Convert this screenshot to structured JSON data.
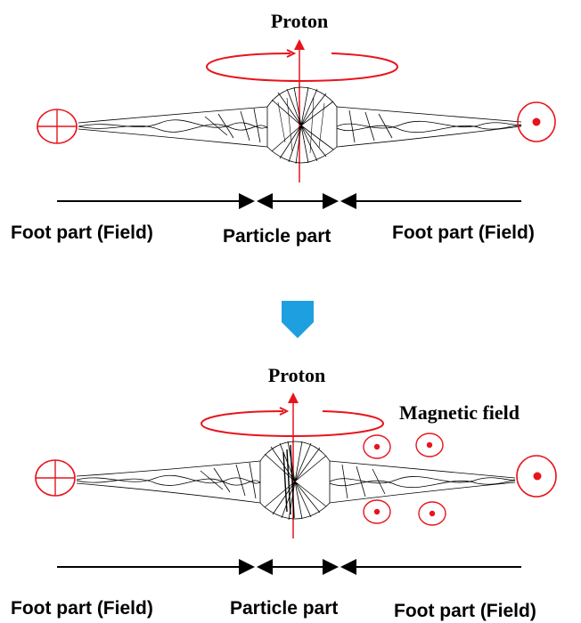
{
  "top_panel": {
    "title": "Proton",
    "labels": {
      "left": "Foot part (Field)",
      "center": "Particle part",
      "right": "Foot part  (Field)"
    }
  },
  "transition": {
    "icon": "down-pentagon-arrow-icon",
    "color": "#1ea0e0"
  },
  "bottom_panel": {
    "title": "Proton",
    "field_label": "Magnetic field",
    "labels": {
      "left": "Foot part (Field)",
      "center": "Particle part",
      "right": "Foot part (Field)"
    }
  },
  "colors": {
    "accent": "#e8141c",
    "ink": "#000000",
    "arrow": "#1ea0e0"
  }
}
